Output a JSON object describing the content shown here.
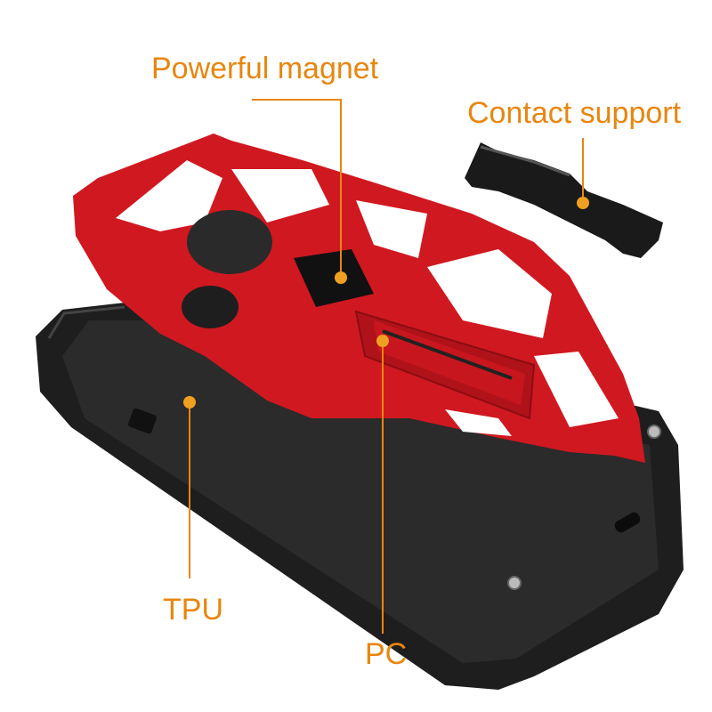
{
  "labels": {
    "magnet": "Powerful magnet",
    "contact": "Contact support",
    "tpu": "TPU",
    "pc": "PC"
  },
  "colors": {
    "accent": "#e8860f",
    "frame_red": "#d01820",
    "case_black": "#1e1e1e"
  }
}
